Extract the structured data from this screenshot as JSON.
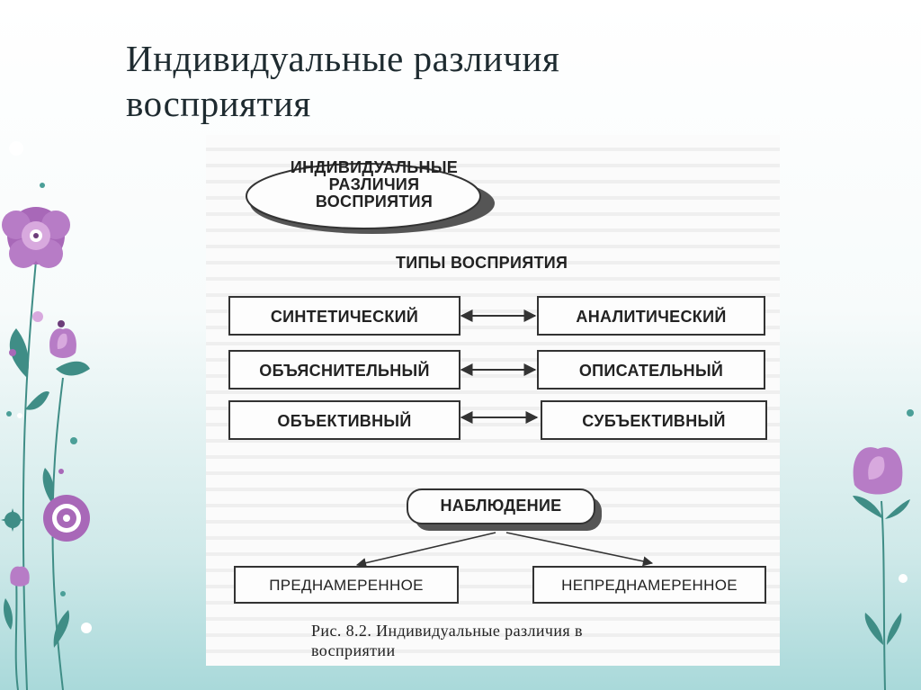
{
  "slide": {
    "title_line1": "Индивидуальные различия",
    "title_line2": "восприятия"
  },
  "diagram": {
    "top_node": {
      "line1": "ИНДИВИДУАЛЬНЫЕ",
      "line2": "РАЗЛИЧИЯ",
      "line3": "ВОСПРИЯТИЯ"
    },
    "section_label": "ТИПЫ ВОСПРИЯТИЯ",
    "pairs": [
      {
        "left": "СИНТЕТИЧЕСКИЙ",
        "right": "АНАЛИТИЧЕСКИЙ"
      },
      {
        "left": "ОБЪЯСНИТЕЛЬНЫЙ",
        "right": "ОПИСАТЕЛЬНЫЙ"
      },
      {
        "left": "ОБЪЕКТИВНЫЙ",
        "right": "СУБЪЕКТИВНЫЙ"
      }
    ],
    "observation": {
      "label": "НАБЛЮДЕНИЕ",
      "left": "ПРЕДНАМЕРЕННОЕ",
      "right": "НЕПРЕДНАМЕРЕННОЕ"
    },
    "caption_line1": "Рис.  8.2.  Индивидуальные  различия  в",
    "caption_line2": "восприятии"
  },
  "colors": {
    "flower_purple": "#a868b8",
    "flower_light": "#d8a9de",
    "leaf_green": "#3f8d86",
    "dot_teal": "#4b9f98"
  }
}
